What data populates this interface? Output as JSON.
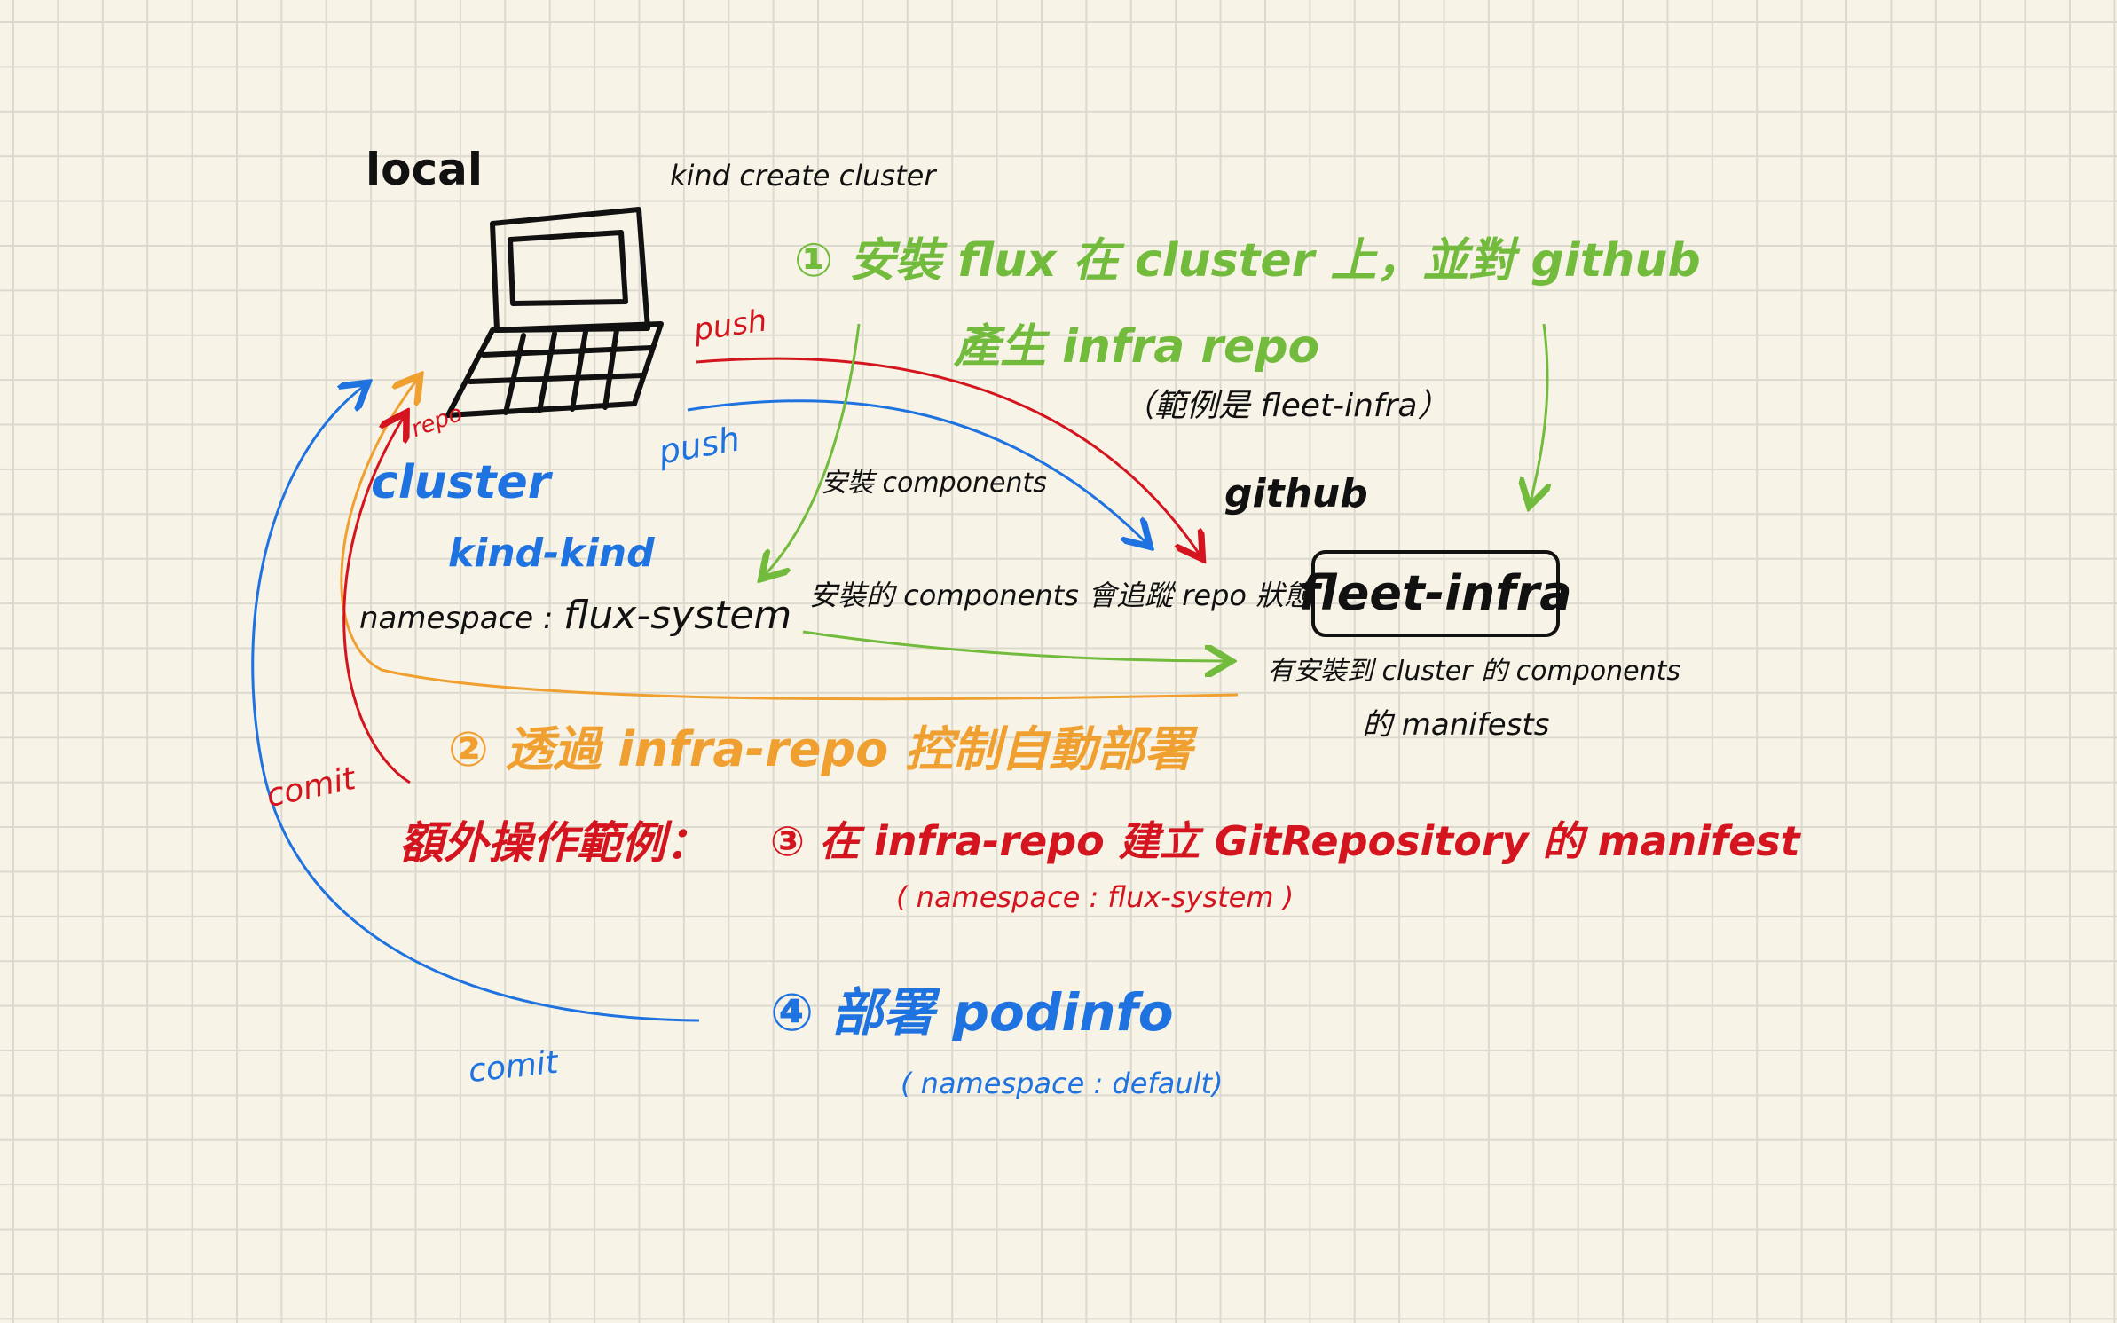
{
  "colors": {
    "paper": "#f7f3e6",
    "grid": "#dcd9cf",
    "ink": "#111111",
    "green": "#72bb3c",
    "red": "#d4141e",
    "blue": "#1f73e0",
    "orange": "#f0a030"
  },
  "icons": {
    "laptop": "laptop-icon"
  },
  "labels": {
    "local": "local",
    "kind_create": "kind create cluster",
    "step1_line1": "① 安裝 flux 在 cluster 上，並對 github",
    "step1_line2": "產生  infra repo",
    "step1_example": "（範例是 fleet-infra）",
    "push_red": "push",
    "push_blue": "push",
    "repo": "repo",
    "install_components": "安裝 components",
    "github": "github",
    "cluster": "cluster",
    "kind_kind": "kind-kind",
    "namespace": "namespace :",
    "flux_system": "flux-system",
    "tracking": "安裝的 components 會追蹤 repo 狀態",
    "fleet_infra": "fleet-infra",
    "manifests_line1": "有安裝到 cluster 的 components",
    "manifests_line2": "的  manifests",
    "step2": "② 透過 infra-repo 控制自動部署",
    "comit_red": "comit",
    "extra_prefix": "額外操作範例：",
    "step3": "③ 在  infra-repo  建立  GitRepository 的 manifest",
    "step3_namespace": "( namespace :  flux-system )",
    "step4": "④ 部署 podinfo",
    "step4_namespace": "( namespace : default)",
    "comit_blue": "comit"
  }
}
